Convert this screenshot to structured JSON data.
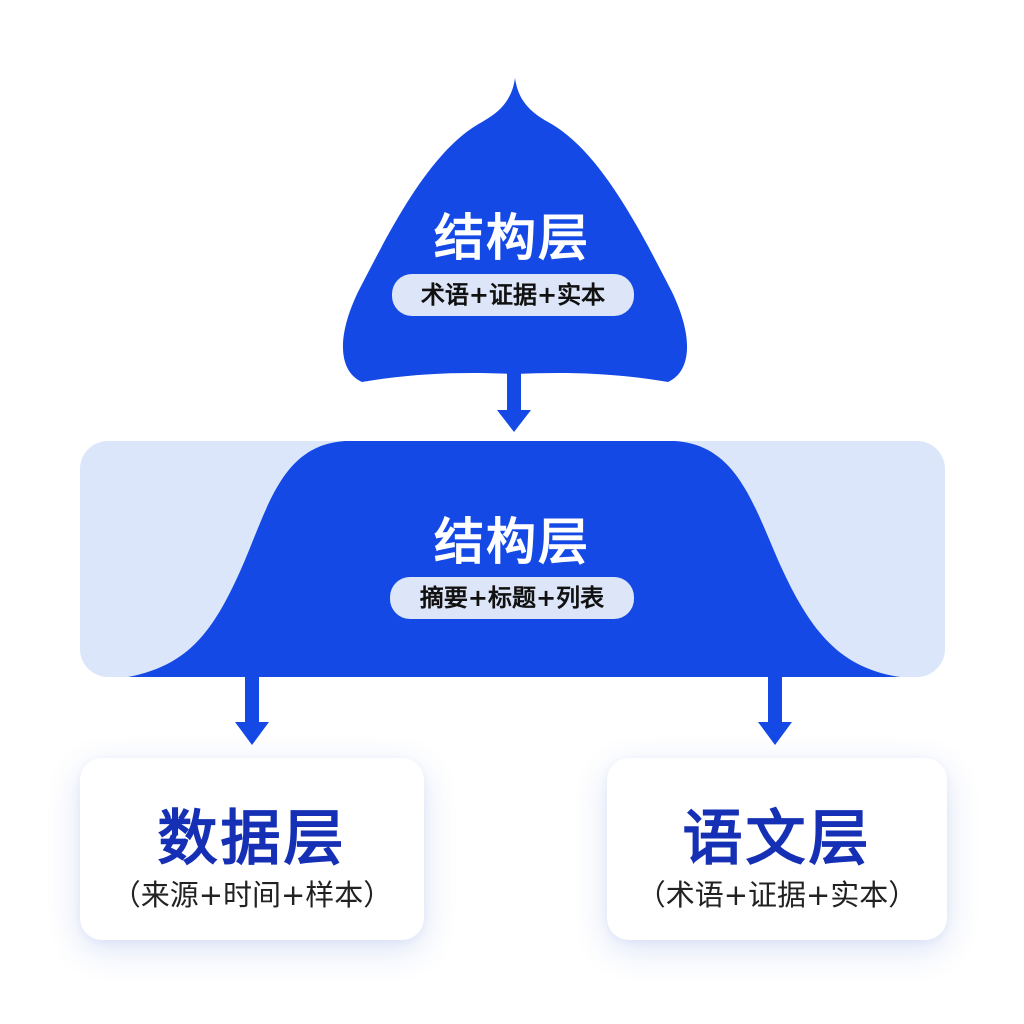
{
  "diagram": {
    "colors": {
      "primary_blue": "#1449e6",
      "light_band": "#dce6fa",
      "pill_bg": "#dde6f8",
      "card_title": "#1530b4"
    },
    "top_node": {
      "title": "结构层",
      "tag": "术语+证据+实本"
    },
    "middle_node": {
      "title": "结构层",
      "tag": "摘要+标题+列表"
    },
    "bottom_left": {
      "title": "数据层",
      "subtitle": "（来源+时间+样本）"
    },
    "bottom_right": {
      "title": "语文层",
      "subtitle": "（术语+证据+实本）"
    }
  }
}
